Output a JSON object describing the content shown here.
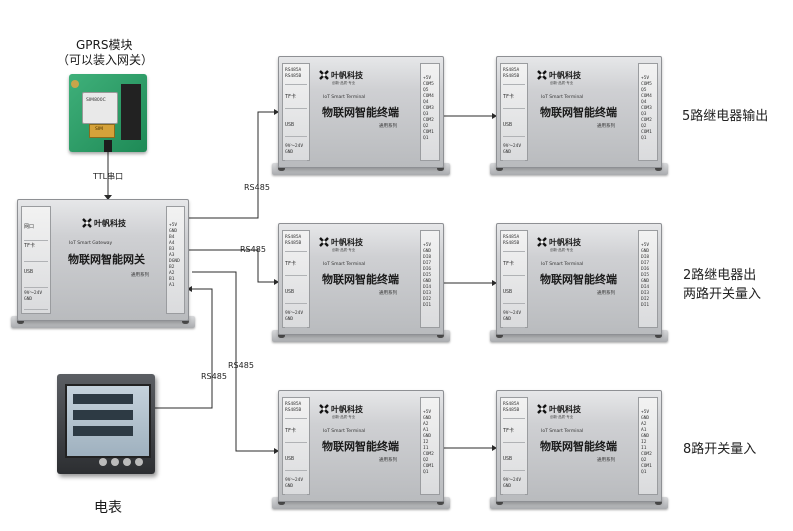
{
  "gprs": {
    "title": "GPRS模块",
    "subtitle": "（可以装入网关）",
    "conn_label": "TTL串口",
    "chip_labels": [
      "SIM800C",
      "SIM"
    ]
  },
  "meter": {
    "label": "电表"
  },
  "links": {
    "rs485": "RS485"
  },
  "gateway": {
    "title": "物联网智能网关",
    "en": "IoT Smart Gateway",
    "series": "通用系列",
    "brand": "叶帆科技",
    "left_panel": [
      "网口",
      "TF卡",
      "USB",
      "9V～24V GND"
    ],
    "right_pins": [
      "+5V",
      "GND",
      "B4",
      "A4",
      "B3",
      "A3",
      "DGND",
      "B2",
      "A2",
      "B1",
      "A1"
    ]
  },
  "terminal": {
    "title": "物联网智能终端",
    "en": "IoT Smart Terminal",
    "series": "通用系列",
    "brand": "叶帆科技",
    "brand_sub": "创新·品质·专业",
    "left_panel": [
      "RS485A RS485B",
      "TF卡",
      "USB",
      "9V～24V GND"
    ]
  },
  "rows": [
    {
      "label": "5路继电器输出",
      "pins": [
        "+5V",
        "COM5",
        "Q5",
        "COM4",
        "Q4",
        "COM3",
        "Q3",
        "COM2",
        "Q2",
        "COM1",
        "Q1"
      ]
    },
    {
      "label": "2路继电器出\n两路开关量入",
      "pins": [
        "+5V",
        "GND",
        "DI8",
        "DI7",
        "DI6",
        "DI5",
        "GND",
        "DI4",
        "DI3",
        "DI2",
        "DI1"
      ]
    },
    {
      "label": "8路开关量入",
      "pins": [
        "+5V",
        "GND",
        "A2",
        "A1",
        "GND",
        "I2",
        "I1",
        "COM2",
        "Q2",
        "COM1",
        "Q1"
      ]
    }
  ],
  "colors": {
    "wire": "#2b2b2b",
    "case_light": "#e6e7e9",
    "case_dark": "#b9bbbe",
    "gprs_board": "#2f9e6a"
  },
  "icons": [
    "brand-logo-icon",
    "gprs-antenna-connector-icon",
    "meter-display-icon"
  ]
}
